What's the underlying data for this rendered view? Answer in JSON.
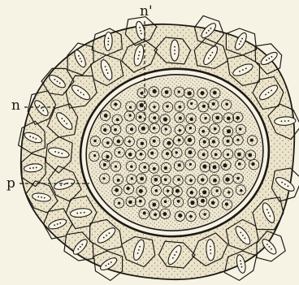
{
  "figure": {
    "labels": {
      "n": "n",
      "p": "p",
      "n_prime": "n'"
    },
    "colors": {
      "paper": "#f6f2e4",
      "cell_fill": "#ece4ca",
      "ink": "#1c1a15"
    }
  }
}
